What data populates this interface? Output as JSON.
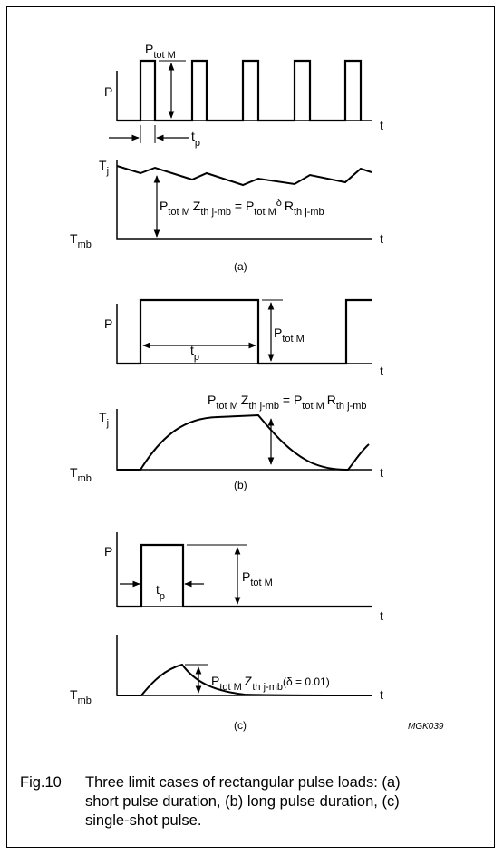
{
  "figure": {
    "code": "MGK039",
    "panels": [
      {
        "id": "a",
        "label": "(a)"
      },
      {
        "id": "b",
        "label": "(b)"
      },
      {
        "id": "c",
        "label": "(c)"
      }
    ],
    "symbols": {
      "P": "P",
      "t": "t",
      "Tj_base": "T",
      "Tj_sub": "j",
      "Tmb_base": "T",
      "Tmb_sub": "mb",
      "ptot_base": "P",
      "ptot_sub": "tot M",
      "tp_base": "t",
      "tp_sub": "p",
      "zth_base": "Z",
      "zth_sub": "th j-mb",
      "rth_base": "R",
      "rth_sub": "th j-mb",
      "delta": "δ",
      "equals": " = ",
      "delta_value": "(δ = 0.01)"
    }
  },
  "caption": {
    "number": "Fig.10",
    "text": "Three limit cases of rectangular pulse loads: (a) short pulse duration, (b) long pulse duration, (c) single-shot pulse."
  }
}
